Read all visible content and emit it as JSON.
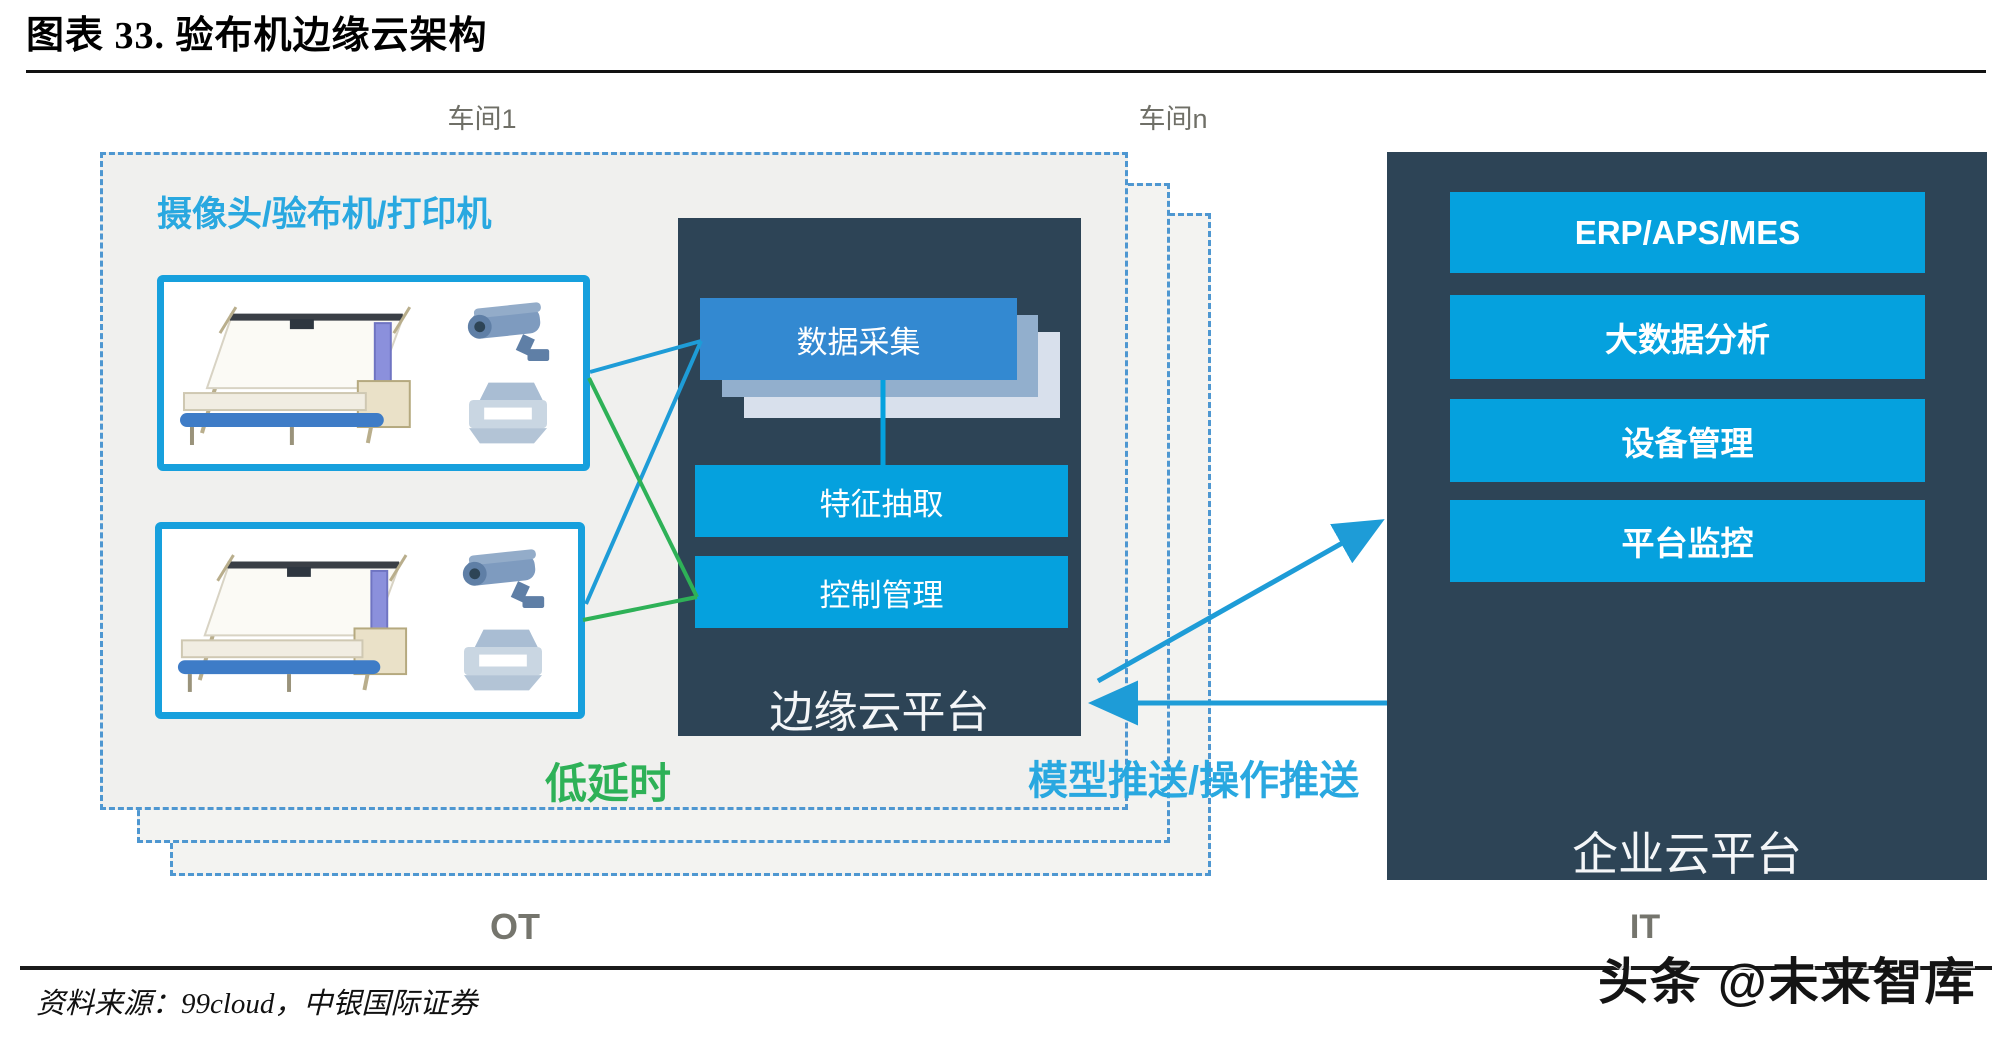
{
  "page": {
    "title": "图表 33. 验布机边缘云架构",
    "source": "资料来源：99cloud，中银国际证券",
    "watermark": "头条 @未来智库"
  },
  "diagram": {
    "workshop1_label": "车间1",
    "workshopn_label": "车间n",
    "devices_label": "摄像头/验布机/打印机",
    "edge_platform": {
      "title": "边缘云平台",
      "modules": [
        "数据采集",
        "特征抽取",
        "控制管理"
      ]
    },
    "enterprise_platform": {
      "title": "企业云平台",
      "modules": [
        "ERP/APS/MES",
        "大数据分析",
        "设备管理",
        "平台监控"
      ]
    },
    "low_latency_label": "低延时",
    "push_label": "模型推送/操作推送",
    "ot_label": "OT",
    "it_label": "IT",
    "icons": [
      "fabric-inspection-machine",
      "cctv-camera",
      "printer"
    ],
    "colors": {
      "dark_platform": "#2D4456",
      "module_cyan": "#05A1DE",
      "module_blue": "#3389D1",
      "dashed_border": "#4E97D1",
      "device_border": "#17A0DD",
      "green_line": "#2EB157",
      "cyan_line": "#1E9CD7",
      "label_cyan": "#29A8E0",
      "workshop_fill": "#F0F0EE"
    }
  }
}
